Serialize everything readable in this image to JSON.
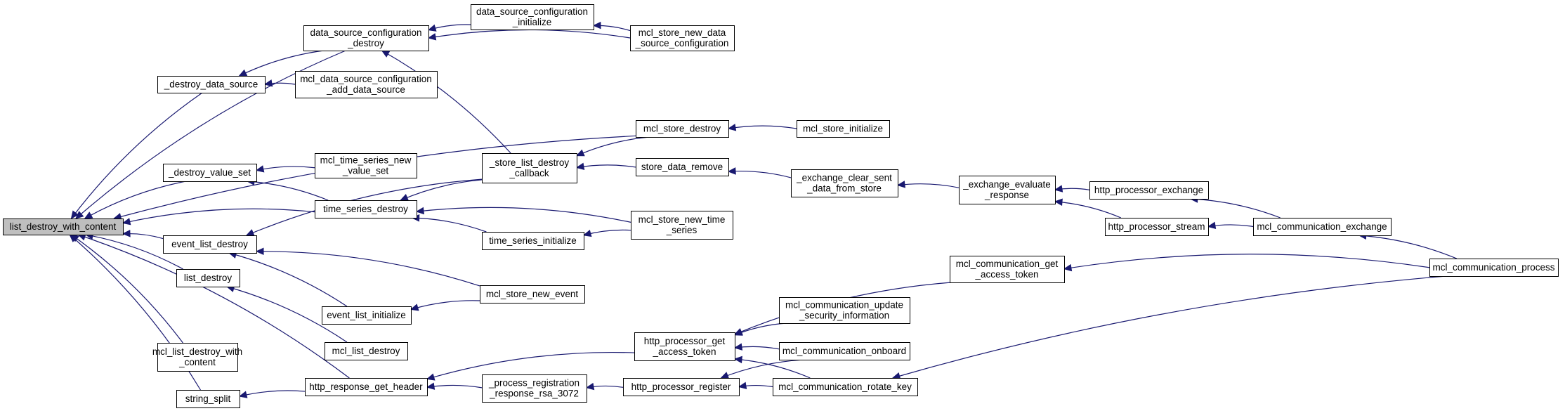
{
  "diagram": {
    "type": "call-graph",
    "nodes": [
      {
        "id": "list_destroy_with_content",
        "lines": [
          "list_destroy_with_content"
        ],
        "root": true
      },
      {
        "id": "data_source_configuration_destroy",
        "lines": [
          "data_source_configuration",
          "_destroy"
        ]
      },
      {
        "id": "data_source_configuration_initialize",
        "lines": [
          "data_source_configuration",
          "_initialize"
        ]
      },
      {
        "id": "mcl_store_new_data_source_configuration",
        "lines": [
          "mcl_store_new_data",
          "_source_configuration"
        ]
      },
      {
        "id": "_destroy_data_source",
        "lines": [
          "_destroy_data_source"
        ]
      },
      {
        "id": "mcl_data_source_configuration_add_data_source",
        "lines": [
          "mcl_data_source_configuration",
          "_add_data_source"
        ]
      },
      {
        "id": "mcl_store_destroy",
        "lines": [
          "mcl_store_destroy"
        ]
      },
      {
        "id": "mcl_store_initialize",
        "lines": [
          "mcl_store_initialize"
        ]
      },
      {
        "id": "_destroy_value_set",
        "lines": [
          "_destroy_value_set"
        ]
      },
      {
        "id": "mcl_time_series_new_value_set",
        "lines": [
          "mcl_time_series_new",
          "_value_set"
        ]
      },
      {
        "id": "_store_list_destroy_callback",
        "lines": [
          "_store_list_destroy",
          "_callback"
        ]
      },
      {
        "id": "store_data_remove",
        "lines": [
          "store_data_remove"
        ]
      },
      {
        "id": "_exchange_clear_sent_data_from_store",
        "lines": [
          "_exchange_clear_sent",
          "_data_from_store"
        ]
      },
      {
        "id": "_exchange_evaluate_response",
        "lines": [
          "_exchange_evaluate",
          "_response"
        ]
      },
      {
        "id": "http_processor_exchange",
        "lines": [
          "http_processor_exchange"
        ]
      },
      {
        "id": "http_processor_stream",
        "lines": [
          "http_processor_stream"
        ]
      },
      {
        "id": "mcl_communication_exchange",
        "lines": [
          "mcl_communication_exchange"
        ]
      },
      {
        "id": "mcl_communication_process",
        "lines": [
          "mcl_communication_process"
        ]
      },
      {
        "id": "time_series_destroy",
        "lines": [
          "time_series_destroy"
        ]
      },
      {
        "id": "mcl_store_new_time_series",
        "lines": [
          "mcl_store_new_time",
          "_series"
        ]
      },
      {
        "id": "time_series_initialize",
        "lines": [
          "time_series_initialize"
        ]
      },
      {
        "id": "event_list_destroy",
        "lines": [
          "event_list_destroy"
        ]
      },
      {
        "id": "mcl_communication_get_access_token",
        "lines": [
          "mcl_communication_get",
          "_access_token"
        ]
      },
      {
        "id": "list_destroy",
        "lines": [
          "list_destroy"
        ]
      },
      {
        "id": "mcl_store_new_event",
        "lines": [
          "mcl_store_new_event"
        ]
      },
      {
        "id": "event_list_initialize",
        "lines": [
          "event_list_initialize"
        ]
      },
      {
        "id": "mcl_communication_update_security_information",
        "lines": [
          "mcl_communication_update",
          "_security_information"
        ]
      },
      {
        "id": "http_processor_get_access_token",
        "lines": [
          "http_processor_get",
          "_access_token"
        ]
      },
      {
        "id": "mcl_list_destroy",
        "lines": [
          "mcl_list_destroy"
        ]
      },
      {
        "id": "mcl_communication_onboard",
        "lines": [
          "mcl_communication_onboard"
        ]
      },
      {
        "id": "mcl_list_destroy_with_content",
        "lines": [
          "mcl_list_destroy_with",
          "_content"
        ]
      },
      {
        "id": "_process_registration_response_rsa_3072",
        "lines": [
          "_process_registration",
          "_response_rsa_3072"
        ]
      },
      {
        "id": "string_split",
        "lines": [
          "string_split"
        ]
      },
      {
        "id": "http_response_get_header",
        "lines": [
          "http_response_get_header"
        ]
      },
      {
        "id": "http_processor_register",
        "lines": [
          "http_processor_register"
        ]
      },
      {
        "id": "mcl_communication_rotate_key",
        "lines": [
          "mcl_communication_rotate_key"
        ]
      }
    ],
    "edges": [
      {
        "from": "data_source_configuration_destroy",
        "to": "list_destroy_with_content"
      },
      {
        "from": "_destroy_data_source",
        "to": "list_destroy_with_content"
      },
      {
        "from": "mcl_store_destroy",
        "to": "list_destroy_with_content"
      },
      {
        "from": "_destroy_value_set",
        "to": "list_destroy_with_content"
      },
      {
        "from": "time_series_destroy",
        "to": "list_destroy_with_content"
      },
      {
        "from": "event_list_destroy",
        "to": "list_destroy_with_content"
      },
      {
        "from": "list_destroy",
        "to": "list_destroy_with_content"
      },
      {
        "from": "http_response_get_header",
        "to": "list_destroy_with_content"
      },
      {
        "from": "mcl_list_destroy_with_content",
        "to": "list_destroy_with_content"
      },
      {
        "from": "string_split",
        "to": "list_destroy_with_content"
      },
      {
        "from": "data_source_configuration_initialize",
        "to": "data_source_configuration_destroy"
      },
      {
        "from": "mcl_store_new_data_source_configuration",
        "to": "data_source_configuration_destroy"
      },
      {
        "from": "_store_list_destroy_callback",
        "to": "data_source_configuration_destroy"
      },
      {
        "from": "mcl_store_new_data_source_configuration",
        "to": "data_source_configuration_initialize"
      },
      {
        "from": "data_source_configuration_destroy",
        "to": "_destroy_data_source"
      },
      {
        "from": "mcl_data_source_configuration_add_data_source",
        "to": "_destroy_data_source"
      },
      {
        "from": "mcl_store_initialize",
        "to": "mcl_store_destroy"
      },
      {
        "from": "mcl_time_series_new_value_set",
        "to": "_destroy_value_set"
      },
      {
        "from": "time_series_destroy",
        "to": "_destroy_value_set"
      },
      {
        "from": "mcl_store_destroy",
        "to": "_store_list_destroy_callback"
      },
      {
        "from": "store_data_remove",
        "to": "_store_list_destroy_callback"
      },
      {
        "from": "_exchange_clear_sent_data_from_store",
        "to": "store_data_remove"
      },
      {
        "from": "_exchange_evaluate_response",
        "to": "_exchange_clear_sent_data_from_store"
      },
      {
        "from": "http_processor_exchange",
        "to": "_exchange_evaluate_response"
      },
      {
        "from": "http_processor_stream",
        "to": "_exchange_evaluate_response"
      },
      {
        "from": "mcl_communication_exchange",
        "to": "http_processor_exchange"
      },
      {
        "from": "mcl_communication_exchange",
        "to": "http_processor_stream"
      },
      {
        "from": "mcl_communication_process",
        "to": "mcl_communication_exchange"
      },
      {
        "from": "_store_list_destroy_callback",
        "to": "time_series_destroy"
      },
      {
        "from": "time_series_initialize",
        "to": "time_series_destroy"
      },
      {
        "from": "mcl_store_new_time_series",
        "to": "time_series_destroy"
      },
      {
        "from": "mcl_store_new_time_series",
        "to": "time_series_initialize"
      },
      {
        "from": "_store_list_destroy_callback",
        "to": "event_list_destroy"
      },
      {
        "from": "event_list_initialize",
        "to": "event_list_destroy"
      },
      {
        "from": "mcl_store_new_event",
        "to": "event_list_destroy"
      },
      {
        "from": "mcl_store_new_event",
        "to": "event_list_initialize"
      },
      {
        "from": "mcl_list_destroy",
        "to": "list_destroy"
      },
      {
        "from": "mcl_communication_process",
        "to": "mcl_communication_get_access_token"
      },
      {
        "from": "http_processor_get_access_token",
        "to": "http_response_get_header"
      },
      {
        "from": "mcl_communication_get_access_token",
        "to": "http_processor_get_access_token"
      },
      {
        "from": "mcl_communication_update_security_information",
        "to": "http_processor_get_access_token"
      },
      {
        "from": "mcl_communication_onboard",
        "to": "http_processor_get_access_token"
      },
      {
        "from": "mcl_communication_rotate_key",
        "to": "http_processor_get_access_token"
      },
      {
        "from": "_process_registration_response_rsa_3072",
        "to": "http_response_get_header"
      },
      {
        "from": "http_processor_register",
        "to": "_process_registration_response_rsa_3072"
      },
      {
        "from": "mcl_communication_onboard",
        "to": "http_processor_register"
      },
      {
        "from": "mcl_communication_rotate_key",
        "to": "http_processor_register"
      },
      {
        "from": "mcl_communication_process",
        "to": "mcl_communication_rotate_key"
      },
      {
        "from": "http_response_get_header",
        "to": "string_split"
      }
    ]
  },
  "colors": {
    "edge": "#191970",
    "node_border": "#000000",
    "node_fill": "#ffffff",
    "root_fill": "#bfbfbf",
    "background": "#ffffff"
  }
}
